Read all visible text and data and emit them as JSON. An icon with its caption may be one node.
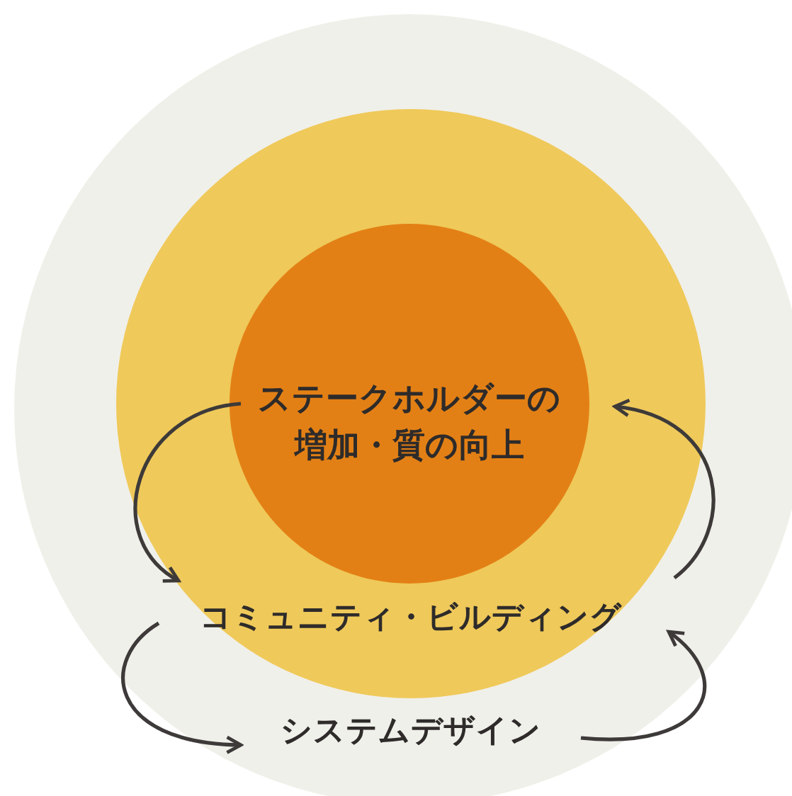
{
  "diagram": {
    "nodes": [
      {
        "text": [],
        "shape": "circle"
      },
      {
        "text": [],
        "shape": "circle",
        "in": 0
      },
      {
        "text": [],
        "shape": "circle",
        "in": 1
      },
      {
        "text": [
          "ステークホルダーの増加・質の向上"
        ],
        "in": 2
      },
      {
        "text": [
          "コミュニティ・ビルディング"
        ],
        "in": 1
      },
      {
        "text": [
          "システムデザイン"
        ],
        "in": 0
      }
    ],
    "edges": [
      {
        "from": 3,
        "to": 4,
        "arrow": "to"
      },
      {
        "from": 4,
        "to": 3,
        "arrow": "to"
      },
      {
        "from": 4,
        "to": 5,
        "arrow": "to"
      },
      {
        "from": 5,
        "to": 4,
        "arrow": "to"
      }
    ]
  }
}
